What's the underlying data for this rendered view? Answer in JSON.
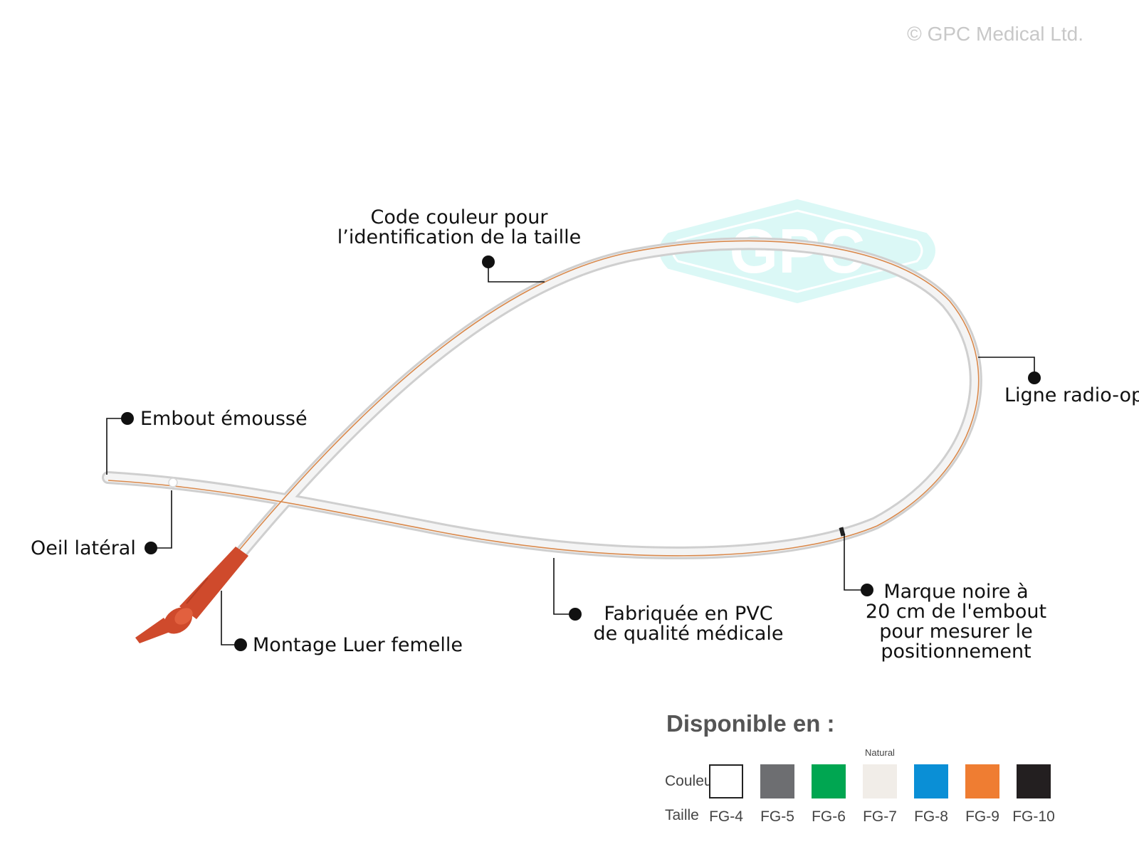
{
  "copyright": "© GPC Medical Ltd.",
  "watermark": "GPC",
  "labels": {
    "color_code_line1": "Code couleur pour",
    "color_code_line2": "l’identification de la taille",
    "blunt_tip": "Embout émoussé",
    "side_eye": "Oeil latéral",
    "luer_mount": "Montage Luer femelle",
    "pvc_line1": "Fabriquée en PVC",
    "pvc_line2": "de qualité médicale",
    "black_mark_line1": "Marque noire à",
    "black_mark_line2": "20 cm de l'embout",
    "black_mark_line3": "pour mesurer le",
    "black_mark_line4": "positionnement",
    "radio_line": "Ligne radio-op"
  },
  "availability": {
    "title": "Disponible en :",
    "color_row_label": "Couleur",
    "size_row_label": "Taille",
    "sizes": [
      {
        "size": "FG-4",
        "color": "#ffffff",
        "note": ""
      },
      {
        "size": "FG-5",
        "color": "#6d6e71",
        "note": ""
      },
      {
        "size": "FG-6",
        "color": "#00a651",
        "note": ""
      },
      {
        "size": "FG-7",
        "color": "#f1ede8",
        "note": "Natural"
      },
      {
        "size": "FG-8",
        "color": "#0a8fd6",
        "note": ""
      },
      {
        "size": "FG-9",
        "color": "#ef7d32",
        "note": ""
      },
      {
        "size": "FG-10",
        "color": "#231f20",
        "note": ""
      }
    ]
  },
  "colors": {
    "tube": "#dcdcdc",
    "stripe": "#d9894c",
    "connector": "#cf4a2c",
    "leader": "#111111",
    "watermark": "#bff3f0"
  }
}
